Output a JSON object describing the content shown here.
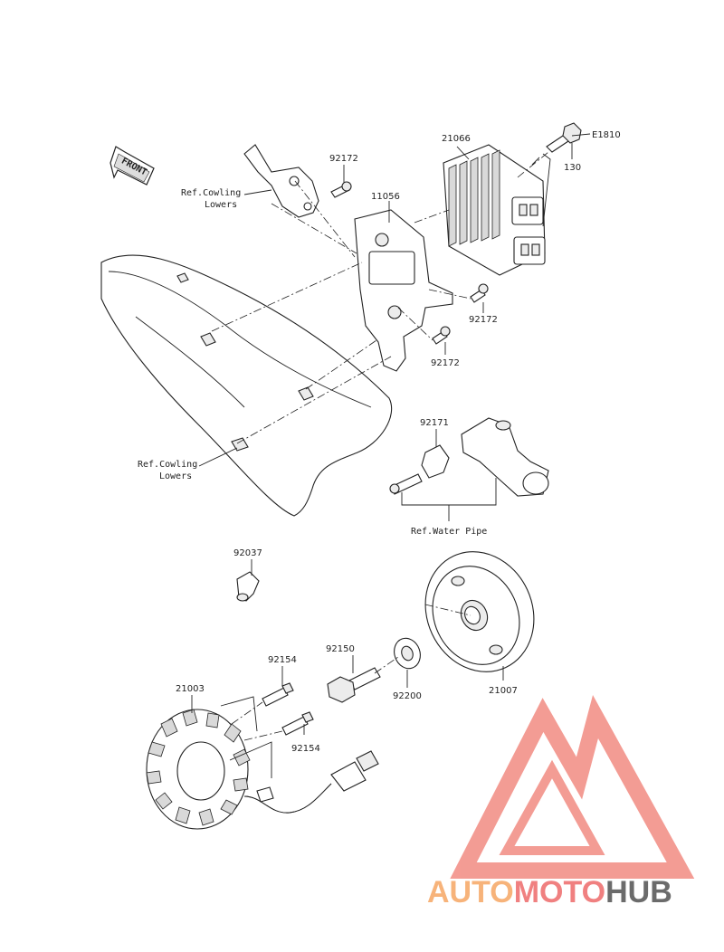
{
  "labels": {
    "e1810": "E1810",
    "p21066": "21066",
    "p130": "130",
    "p92172_top": "92172",
    "p11056": "11056",
    "p92172_mid": "92172",
    "p92172_low": "92172",
    "p92171": "92171",
    "p92037": "92037",
    "p92150": "92150",
    "p92200": "92200",
    "p21007": "21007",
    "p92154_top": "92154",
    "p92154_low": "92154",
    "p21003": "21003",
    "ref_cowling_top_1": "Ref.Cowling",
    "ref_cowling_top_2": "Lowers",
    "ref_cowling_low_1": "Ref.Cowling",
    "ref_cowling_low_2": "Lowers",
    "ref_water_pipe": "Ref.Water Pipe",
    "front": "FRONT"
  },
  "watermark": {
    "part1": "AUTO",
    "part2": "MOTO",
    "part3": "HUB",
    "color_auto": "#f7b37a",
    "color_moto": "#f08080",
    "color_hub": "#6b6b6b",
    "triangle_color": "#f28b82"
  }
}
